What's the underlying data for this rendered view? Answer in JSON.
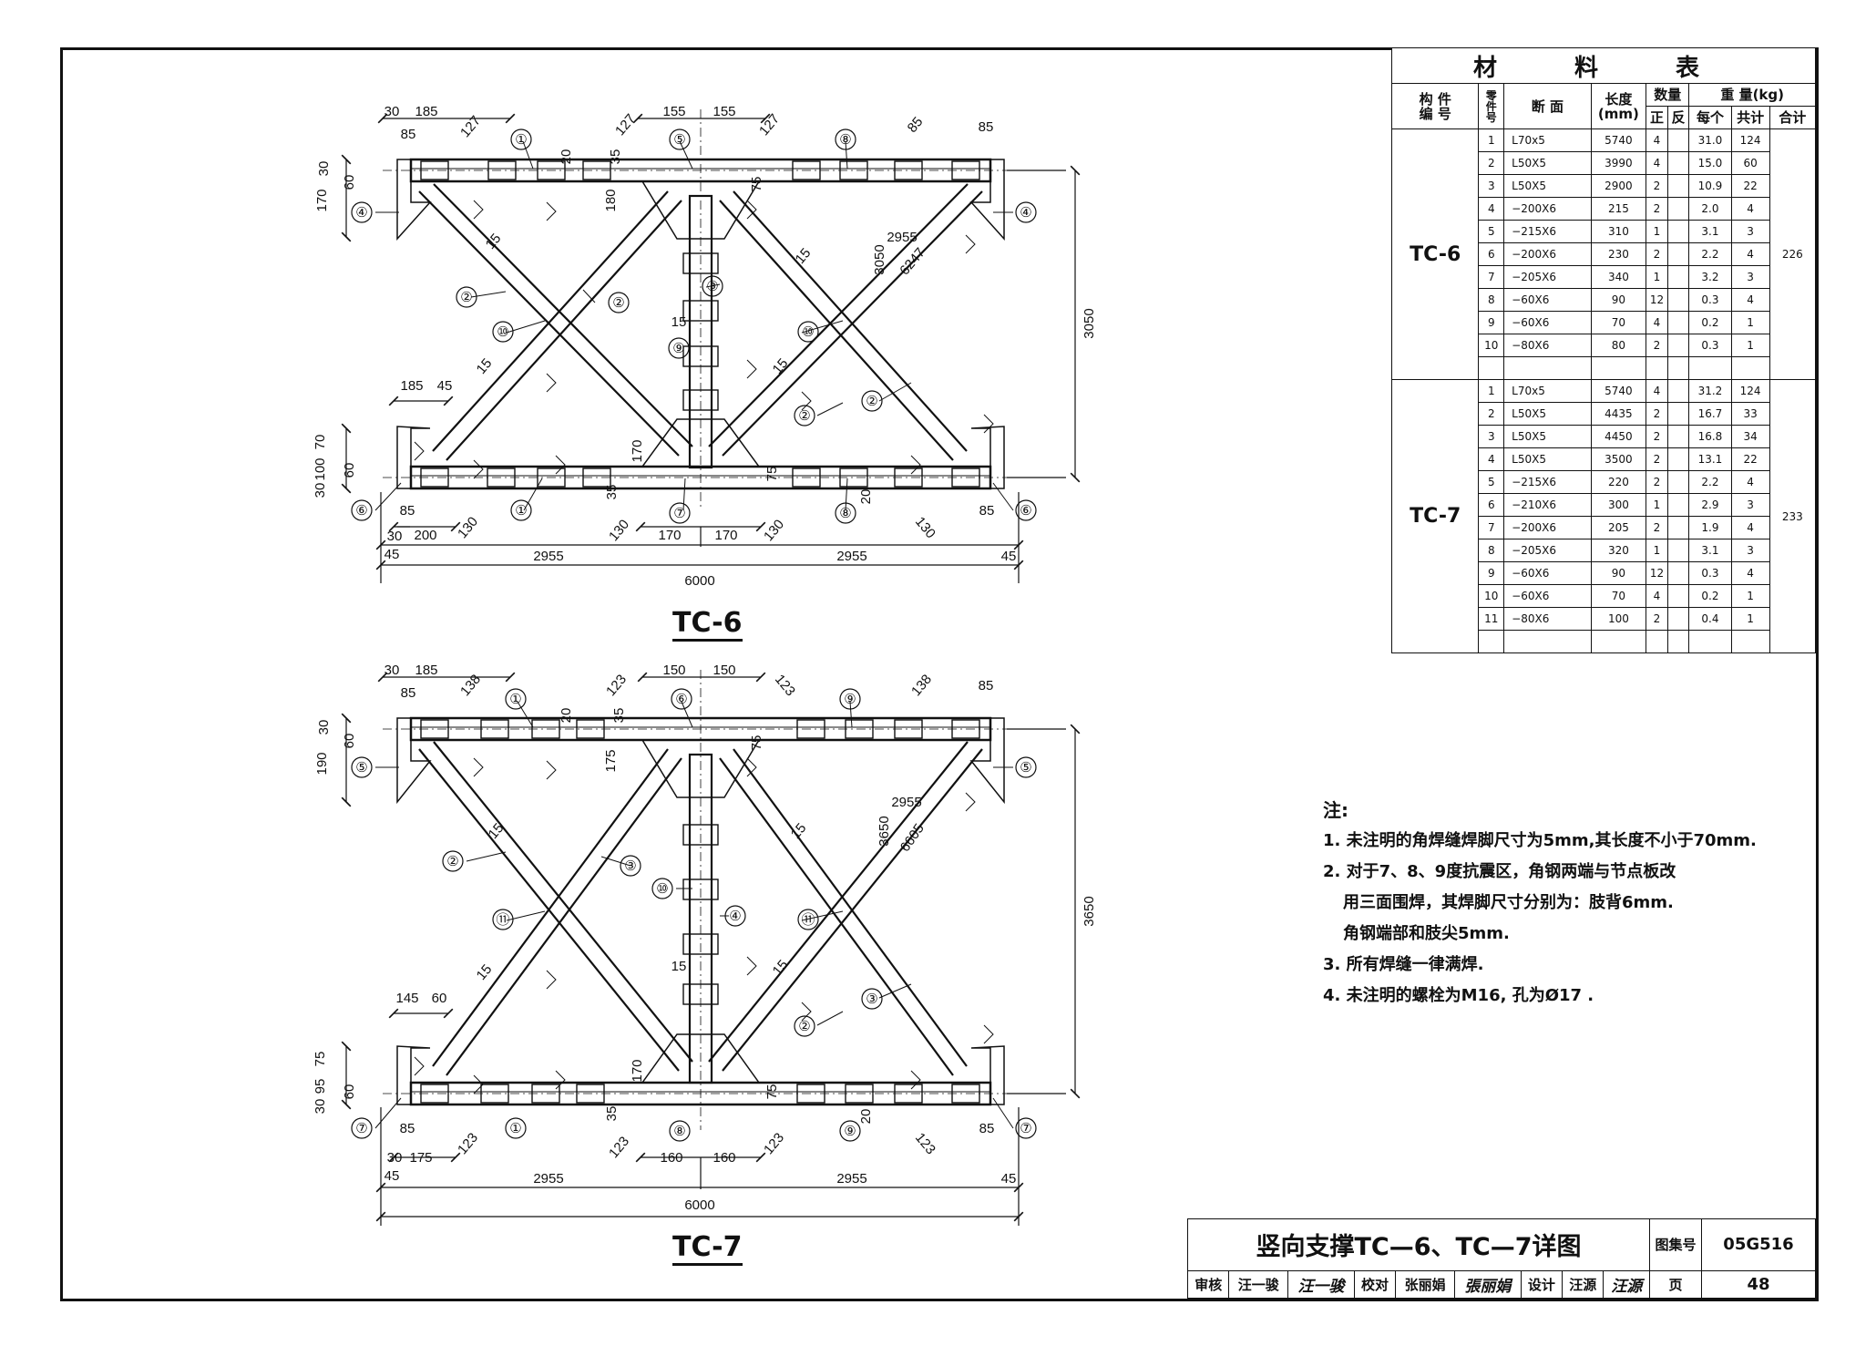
{
  "drawings": {
    "tc6": {
      "title": "TC-6",
      "dims": {
        "h1": "30",
        "h2": "185",
        "h3": "127",
        "h4": "155",
        "h5": "155",
        "h6": "127",
        "h7": "127",
        "h8": "85",
        "h9": "85",
        "h10": "20",
        "h11": "35",
        "h12": "75",
        "h13": "180",
        "v30": "30",
        "v70": "70",
        "v60": "60",
        "v170": "170",
        "v3050": "3050",
        "diag3050": "3050",
        "diag2955": "2955",
        "diag6247": "6247",
        "w15a": "15",
        "w15b": "15",
        "w15c": "15",
        "w15d": "15",
        "w15e": "15",
        "bl185": "185",
        "bl45": "45",
        "bl70": "70",
        "bl100": "100",
        "bl60": "60",
        "bl30": "30",
        "b85": "85",
        "b200": "200",
        "b130a": "130",
        "b130b": "130",
        "b130c": "130",
        "b170a": "170",
        "b170b": "170",
        "b30": "30",
        "b45": "45",
        "b2955a": "2955",
        "b2955b": "2955",
        "b45r": "45",
        "b85r": "85",
        "b130r": "130",
        "b20": "20",
        "b75": "75",
        "b35": "35",
        "b170v": "170",
        "b6000": "6000"
      },
      "parts": [
        "①",
        "②",
        "③",
        "④",
        "⑤",
        "⑥",
        "⑦",
        "⑧",
        "⑨",
        "⑩"
      ]
    },
    "tc7": {
      "title": "TC-7",
      "dims": {
        "h1": "30",
        "h2": "185",
        "h3": "138",
        "h4": "150",
        "h5": "150",
        "h6": "123",
        "h7": "123",
        "h8": "138",
        "h9": "85",
        "h10": "85",
        "h11": "20",
        "h12": "35",
        "h13": "75",
        "h14": "175",
        "v30": "30",
        "v60": "60",
        "v190": "190",
        "v3650": "3650",
        "diag3650": "3650",
        "diag2955": "2955",
        "diag6605": "6605",
        "w15": "15",
        "bl145": "145",
        "bl60": "60",
        "bl75": "75",
        "bl95": "95",
        "bl60b": "60",
        "bl30": "30",
        "b85": "85",
        "b175": "175",
        "b123a": "123",
        "b123b": "123",
        "b123c": "123",
        "b160a": "160",
        "b160b": "160",
        "b30": "30",
        "b45": "45",
        "b2955a": "2955",
        "b2955b": "2955",
        "b45r": "45",
        "b85r": "85",
        "b123r": "123",
        "b20": "20",
        "b75": "75",
        "b35": "35",
        "b170v": "170",
        "b6000": "6000"
      },
      "parts": [
        "①",
        "②",
        "③",
        "④",
        "⑤",
        "⑥",
        "⑦",
        "⑧",
        "⑨",
        "⑩",
        "⑪"
      ]
    }
  },
  "table": {
    "title": "材 料 表",
    "headers": {
      "member": "构 件\n编 号",
      "part": "零\n件\n号",
      "section": "断 面",
      "length": "长度\n(mm)",
      "qty": "数量",
      "pos": "正",
      "neg": "反",
      "weight": "重 量(kg)",
      "each": "每个",
      "sum": "共计",
      "total": "合计"
    },
    "groups": [
      {
        "name": "TC-6",
        "total": "226",
        "rows": [
          [
            "1",
            "L70x5",
            "5740",
            "4",
            "",
            "31.0",
            "124"
          ],
          [
            "2",
            "L50X5",
            "3990",
            "4",
            "",
            "15.0",
            "60"
          ],
          [
            "3",
            "L50X5",
            "2900",
            "2",
            "",
            "10.9",
            "22"
          ],
          [
            "4",
            "−200X6",
            "215",
            "2",
            "",
            "2.0",
            "4"
          ],
          [
            "5",
            "−215X6",
            "310",
            "1",
            "",
            "3.1",
            "3"
          ],
          [
            "6",
            "−200X6",
            "230",
            "2",
            "",
            "2.2",
            "4"
          ],
          [
            "7",
            "−205X6",
            "340",
            "1",
            "",
            "3.2",
            "3"
          ],
          [
            "8",
            "−60X6",
            "90",
            "12",
            "",
            "0.3",
            "4"
          ],
          [
            "9",
            "−60X6",
            "70",
            "4",
            "",
            "0.2",
            "1"
          ],
          [
            "10",
            "−80X6",
            "80",
            "2",
            "",
            "0.3",
            "1"
          ],
          [
            "",
            "",
            "",
            "",
            "",
            "",
            ""
          ]
        ]
      },
      {
        "name": "TC-7",
        "total": "233",
        "rows": [
          [
            "1",
            "L70x5",
            "5740",
            "4",
            "",
            "31.2",
            "124"
          ],
          [
            "2",
            "L50X5",
            "4435",
            "2",
            "",
            "16.7",
            "33"
          ],
          [
            "3",
            "L50X5",
            "4450",
            "2",
            "",
            "16.8",
            "34"
          ],
          [
            "4",
            "L50X5",
            "3500",
            "2",
            "",
            "13.1",
            "22"
          ],
          [
            "5",
            "−215X6",
            "220",
            "2",
            "",
            "2.2",
            "4"
          ],
          [
            "6",
            "−210X6",
            "300",
            "1",
            "",
            "2.9",
            "3"
          ],
          [
            "7",
            "−200X6",
            "205",
            "2",
            "",
            "1.9",
            "4"
          ],
          [
            "8",
            "−205X6",
            "320",
            "1",
            "",
            "3.1",
            "3"
          ],
          [
            "9",
            "−60X6",
            "90",
            "12",
            "",
            "0.3",
            "4"
          ],
          [
            "10",
            "−60X6",
            "70",
            "4",
            "",
            "0.2",
            "1"
          ],
          [
            "11",
            "−80X6",
            "100",
            "2",
            "",
            "0.4",
            "1"
          ],
          [
            "",
            "",
            "",
            "",
            "",
            "",
            ""
          ]
        ]
      }
    ]
  },
  "notes": {
    "heading": "注:",
    "n1": "1. 未注明的角焊缝焊脚尺寸为5mm,其长度不小于70mm.",
    "n2a": "2. 对于7、8、9度抗震区，角钢两端与节点板改",
    "n2b": "用三面围焊，其焊脚尺寸分别为：肢背6mm.",
    "n2c": "角钢端部和肢尖5mm.",
    "n3": "3. 所有焊缝一律满焊.",
    "n4": "4. 未注明的螺栓为M16, 孔为Ø17 ."
  },
  "title_block": {
    "title": "竖向支撑TC—6、TC—7详图",
    "atlas_label": "图集号",
    "atlas_no": "05G516",
    "review_label": "审核",
    "reviewer": "汪一骏",
    "reviewer_sig": "汪一骏",
    "check_label": "校对",
    "checker": "张丽娟",
    "checker_sig": "張丽娟",
    "design_label": "设计",
    "designer": "汪源",
    "designer_sig": "汪源",
    "page_label": "页",
    "page_no": "48"
  }
}
